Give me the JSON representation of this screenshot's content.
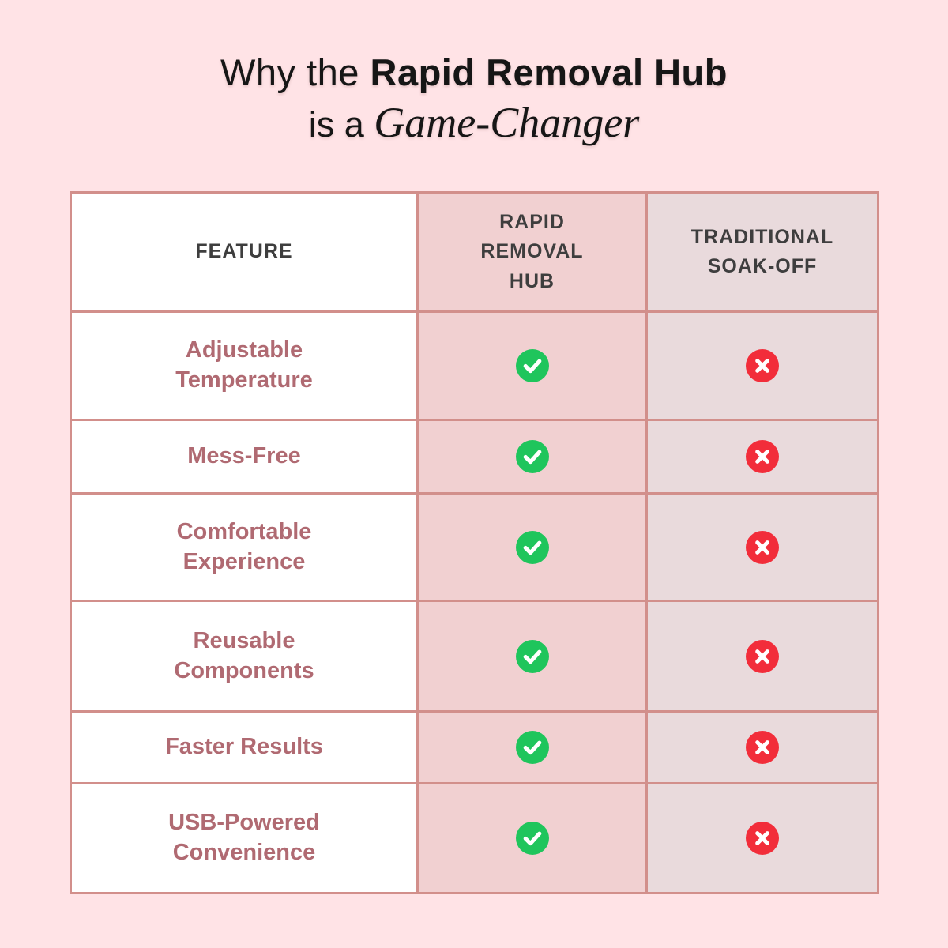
{
  "page": {
    "background": "#ffe3e6",
    "title": {
      "line1_regular": "Why the ",
      "line1_bold": "Rapid Removal Hub",
      "line2_regular": "is a ",
      "line2_italic": "Game-Changer",
      "color": "#161616"
    }
  },
  "table": {
    "border_color": "#d28f8b",
    "header": {
      "feature": "FEATURE",
      "rapid": "RAPID\nREMOVAL\nHUB",
      "traditional": "TRADITIONAL\nSOAK-OFF",
      "text_color": "#3e3e3e"
    },
    "column_bg": {
      "feature": "#ffffff",
      "rapid": "#f1d0d1",
      "traditional": "#e9dadc"
    },
    "feature_text_color": "#b06a72",
    "icons": {
      "check_color": "#1fc55c",
      "cross_color": "#f22d3a",
      "glyph_color": "#ffffff"
    },
    "rows": [
      {
        "feature": "Adjustable\nTemperature",
        "rapid": "check",
        "traditional": "cross"
      },
      {
        "feature": "Mess-Free",
        "rapid": "check",
        "traditional": "cross"
      },
      {
        "feature": "Comfortable\nExperience",
        "rapid": "check",
        "traditional": "cross"
      },
      {
        "feature": "Reusable\nComponents",
        "rapid": "check",
        "traditional": "cross"
      },
      {
        "feature": "Faster Results",
        "rapid": "check",
        "traditional": "cross"
      },
      {
        "feature": "USB-Powered\nConvenience",
        "rapid": "check",
        "traditional": "cross"
      }
    ]
  },
  "chart_data": {
    "type": "table",
    "title": "Why the Rapid Removal Hub is a Game-Changer",
    "columns": [
      "FEATURE",
      "RAPID REMOVAL HUB",
      "TRADITIONAL SOAK-OFF"
    ],
    "rows": [
      [
        "Adjustable Temperature",
        "yes",
        "no"
      ],
      [
        "Mess-Free",
        "yes",
        "no"
      ],
      [
        "Comfortable Experience",
        "yes",
        "no"
      ],
      [
        "Reusable Components",
        "yes",
        "no"
      ],
      [
        "Faster Results",
        "yes",
        "no"
      ],
      [
        "USB-Powered Convenience",
        "yes",
        "no"
      ]
    ],
    "legend": {
      "yes": "green check circle",
      "no": "red cross circle"
    }
  }
}
